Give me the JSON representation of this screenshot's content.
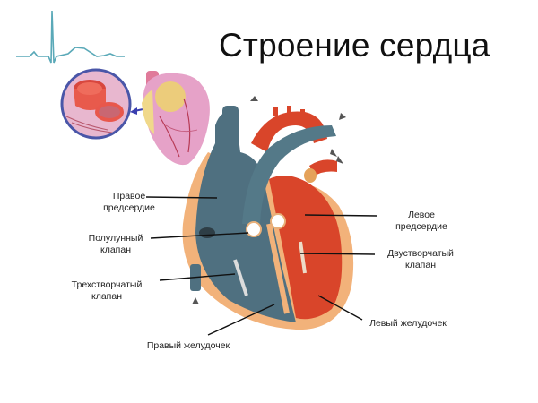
{
  "title": "Строение сердца",
  "labels": {
    "right_atrium": {
      "line1": "Правое",
      "line2": "предсердие"
    },
    "semilunar_valve": {
      "line1": "Полулунный",
      "line2": "клапан"
    },
    "tricuspid_valve": {
      "line1": "Трехстворчатый",
      "line2": "клапан"
    },
    "right_ventricle": {
      "line1": "Правый желудочек"
    },
    "left_atrium": {
      "line1": "Левое",
      "line2": "предсердие"
    },
    "bicuspid_valve": {
      "line1": "Двустворчатый",
      "line2": "клапан"
    },
    "left_ventricle": {
      "line1": "Левый желудочек"
    }
  },
  "colors": {
    "deoxygenated": "#4f7080",
    "oxygenated": "#d9452a",
    "wall": "#f2b27a",
    "ecg": "#5aa9b8",
    "exterior_heart": "#e49ac4",
    "magnifier_ring": "#4a56a8"
  }
}
